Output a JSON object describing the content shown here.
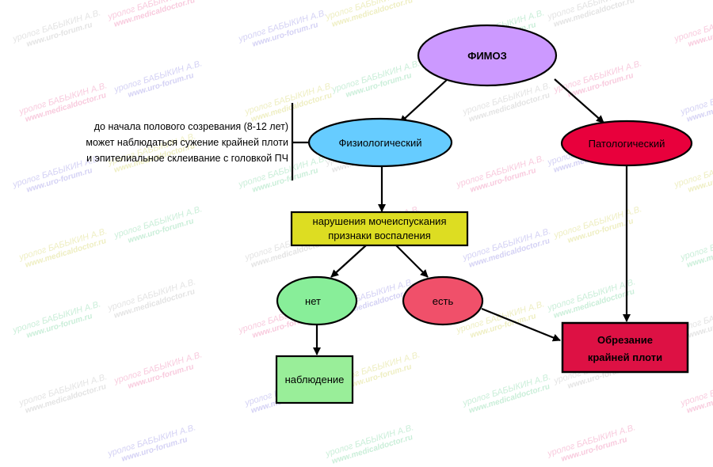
{
  "watermark": {
    "line1": "уролог БАБЫКИН А.В.",
    "variants": [
      "www.uro-forum.ru",
      "www.medicaldoctor.ru"
    ]
  },
  "nodes": {
    "root": {
      "label": "ФИМОЗ",
      "color": "#cc99ff"
    },
    "physiological": {
      "label": "Физиологический",
      "color": "#66ccff"
    },
    "pathological": {
      "label": "Патологический",
      "color": "#e8003c"
    },
    "symptoms": {
      "line1": "нарушения мочеиспускания",
      "line2": "признаки воспаления",
      "color": "#dddd22"
    },
    "no": {
      "label": "нет",
      "color": "#88ee99"
    },
    "yes": {
      "label": "есть",
      "color": "#f0506a"
    },
    "observation": {
      "label": "наблюдение",
      "color": "#99ee99"
    },
    "circumcision": {
      "line1": "Обрезание",
      "line2": "крайней плоти",
      "color": "#dd1144"
    }
  },
  "note": {
    "line1": "до начала полового созревания (8-12 лет)",
    "line2": "может наблюдаться сужение крайней плоти",
    "line3": "и эпителиальное склеивание с головкой ПЧ"
  }
}
